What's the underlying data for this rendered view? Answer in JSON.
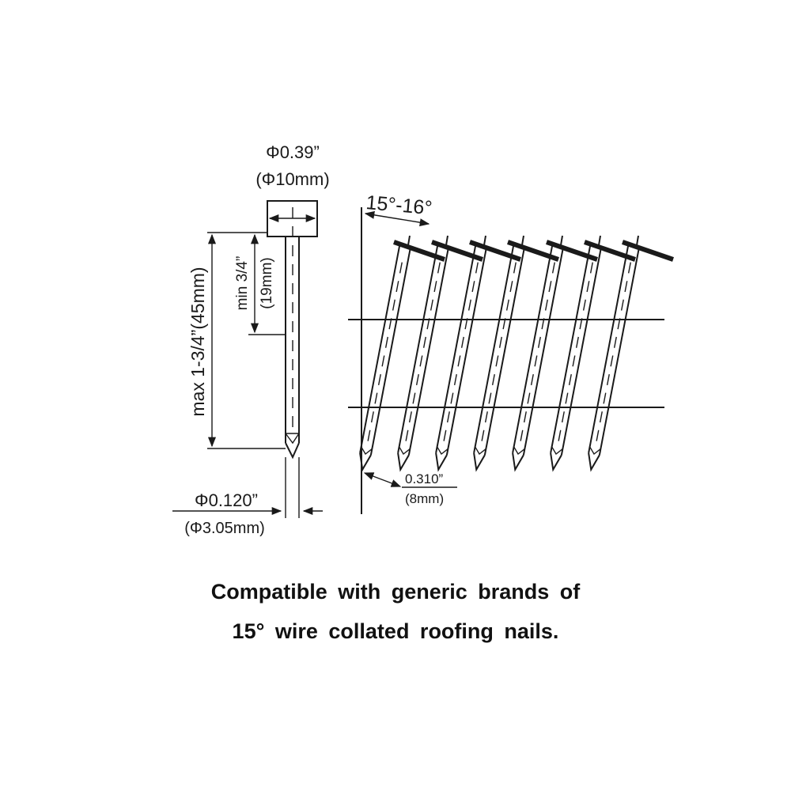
{
  "labels": {
    "head_diameter_in": "Φ0.39”",
    "head_diameter_mm": "(Φ10mm)",
    "collation_angle": "15°-16°",
    "min_length_in": "min 3/4”",
    "min_length_mm": "(19mm)",
    "max_length": "max 1-3/4”(45mm)",
    "shank_diameter_in": "Φ0.120”",
    "shank_diameter_mm": "(Φ3.05mm)",
    "spacing_in": "0.310”",
    "spacing_mm": "(8mm)"
  },
  "caption": {
    "line1": "Compatible with generic brands of",
    "line2": "15°  wire  collated  roofing nails."
  },
  "colors": {
    "ink": "#1a1a1a",
    "background": "#ffffff"
  }
}
